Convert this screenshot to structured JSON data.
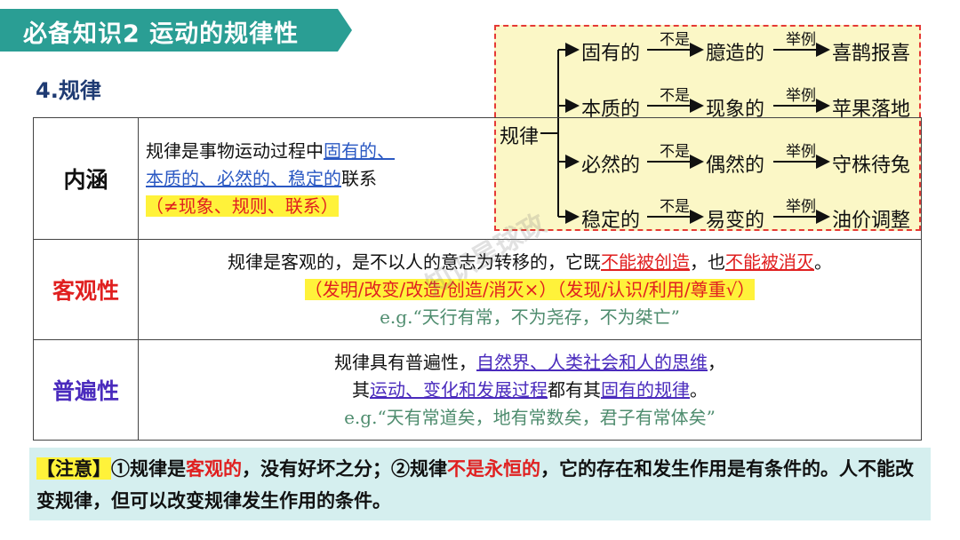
{
  "header": {
    "title": "必备知识2  运动的规律性"
  },
  "section": {
    "title": "4.规律"
  },
  "mindmap": {
    "root": "规律",
    "relation_not": "不是",
    "relation_example": "举例",
    "rows": [
      {
        "attr": "固有的",
        "opposite": "臆造的",
        "example": "喜鹊报喜"
      },
      {
        "attr": "本质的",
        "opposite": "现象的",
        "example": "苹果落地"
      },
      {
        "attr": "必然的",
        "opposite": "偶然的",
        "example": "守株待兔"
      },
      {
        "attr": "稳定的",
        "opposite": "易变的",
        "example": "油价调整"
      }
    ]
  },
  "table": {
    "neihan": {
      "label": "内涵",
      "t1": "规律是事物运动过程中",
      "k1": "固有的",
      "s1": "、",
      "k2": "本质的",
      "s2": "、",
      "k3": "必然的",
      "s3": "、",
      "k4": "稳定的",
      "t2": "联系",
      "note": "（≠现象、规则、联系）"
    },
    "keguan": {
      "label": "客观性",
      "t1": "规律是客观的，是不以人的意志为转移的，它既",
      "k1": "不能被创造",
      "t2": "，也",
      "k2": "不能被消灭",
      "t3": "。",
      "note": "（发明/改变/改造/创造/消灭×）（发现/认识/利用/尊重√）",
      "example": "e.g.“天行有常，不为尧存，不为桀亡”"
    },
    "pubian": {
      "label": "普遍性",
      "t1": "规律具有普遍性，",
      "k1": "自然界、人类社会和人的思维",
      "t2": "，",
      "t3": "其",
      "k2": "运动、变化和发展过程",
      "t4": "都有其",
      "k3": "固有的规律",
      "t5": "。",
      "example": "e.g.“天有常道矣，地有常数矣，君子有常体矣”"
    }
  },
  "note": {
    "tag": "【注意】",
    "t1": "①规律是",
    "k1": "客观的",
    "t2": "，没有好坏之分；②规律",
    "k2": "不是永恒的",
    "t3": "，它的存在和发生作用是有条件的。人不能改变规律，但可以改变规律发生作用的条件。"
  },
  "watermark": "知识星球政"
}
